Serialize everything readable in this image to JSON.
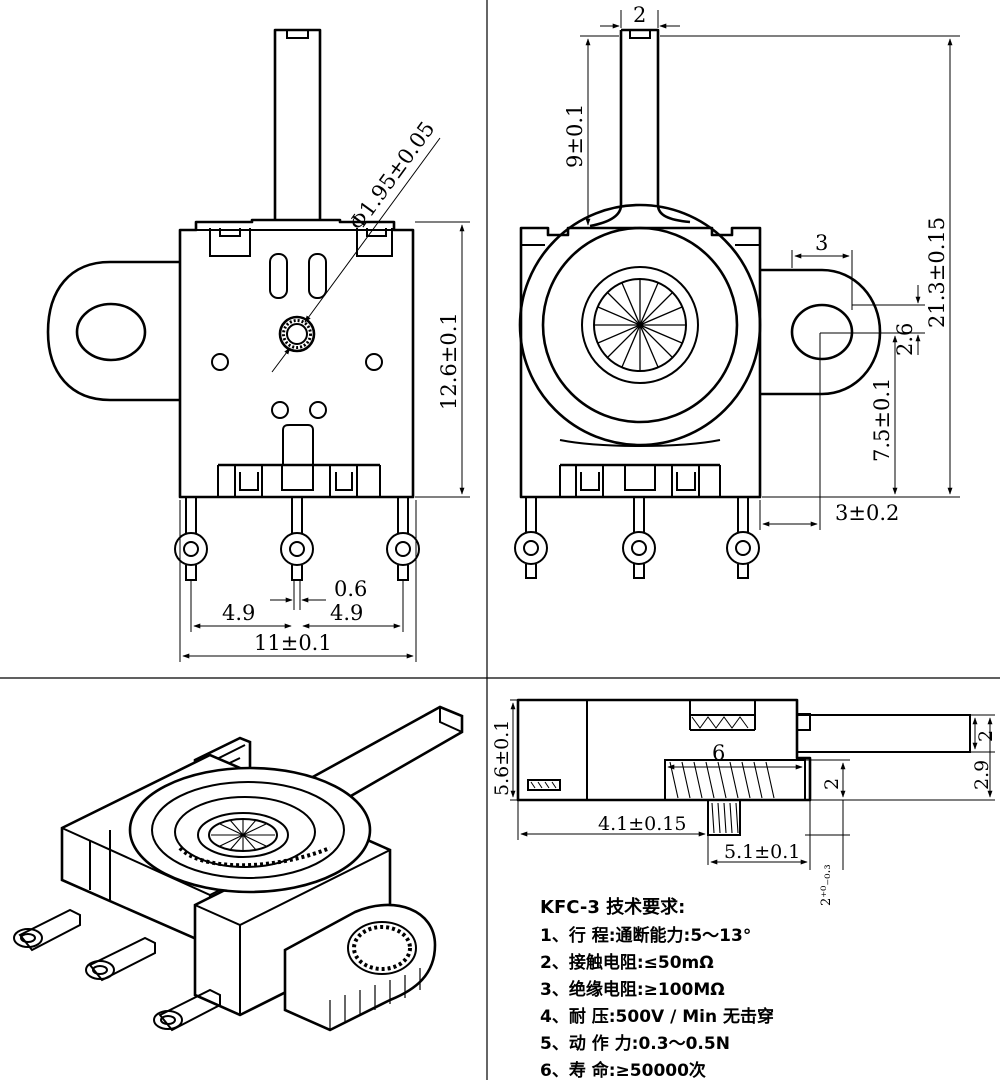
{
  "dimensions": {
    "front": {
      "shaft_diameter": "Φ1.95±0.05",
      "body_height": "12.6±0.1",
      "pin_width": "0.6",
      "pin_pitch_left": "4.9",
      "pin_pitch_right": "4.9",
      "total_width": "11±0.1"
    },
    "back": {
      "shaft_width": "2",
      "shaft_length": "9±0.1",
      "tab_width": "3",
      "overall_height": "21.3±0.15",
      "hole_offset": "2.6",
      "hole_height": "7.5±0.1",
      "pin_offset": "3±0.2"
    },
    "side": {
      "body_thickness": "5.6±0.1",
      "knob_width": "6",
      "tab_thickness": "2",
      "tab_total": "2.9",
      "knob_height": "2",
      "shaft_offset": "4.1±0.15",
      "shaft_extent": "5.1±0.1",
      "tolerance": "2⁺⁰₋₀.₃"
    }
  },
  "specs": {
    "title": "KFC-3 技术要求:",
    "items": [
      {
        "label": "1、行      程:",
        "value": "通断能力:5～13°"
      },
      {
        "label": "2、接触电阻:",
        "value": "≤50mΩ"
      },
      {
        "label": "3、绝缘电阻:",
        "value": "≥100MΩ"
      },
      {
        "label": "4、耐      压:",
        "value": "500V / Min  无击穿"
      },
      {
        "label": "5、动 作 力:",
        "value": "0.3～0.5N"
      },
      {
        "label": "6、寿      命:",
        "value": "≥50000次"
      }
    ]
  }
}
